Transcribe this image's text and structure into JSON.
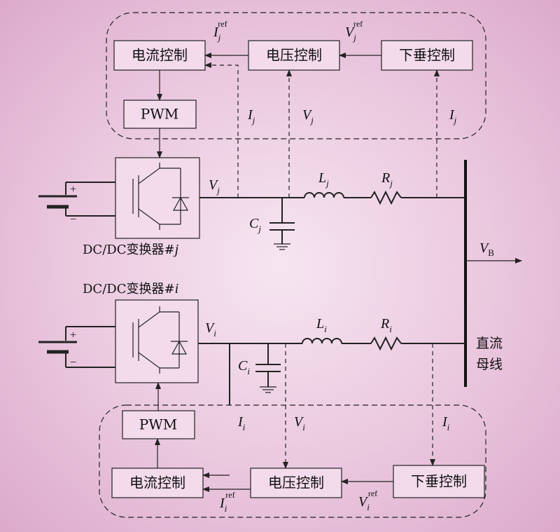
{
  "top": {
    "current_ctrl": "电流控制",
    "voltage_ctrl": "电压控制",
    "droop_ctrl": "下垂控制",
    "pwm": "PWM",
    "iref_sym": "I",
    "iref_sub": "j",
    "iref_sup": "ref",
    "vref_sym": "V",
    "vref_sub": "j",
    "vref_sup": "ref",
    "ij_sym": "I",
    "ij_sub": "j",
    "vj_sym": "V",
    "vj_sub": "j",
    "ij2_sym": "I",
    "ij2_sub": "j"
  },
  "bottom": {
    "current_ctrl": "电流控制",
    "voltage_ctrl": "电压控制",
    "droop_ctrl": "下垂控制",
    "pwm": "PWM",
    "iref_sym": "I",
    "iref_sub": "i",
    "iref_sup": "ref",
    "vref_sym": "V",
    "vref_sub": "i",
    "vref_sup": "ref",
    "ii_sym": "I",
    "ii_sub": "i",
    "vi_sym": "V",
    "vi_sub": "i",
    "ii2_sym": "I",
    "ii2_sub": "i"
  },
  "converter_j": {
    "label_prefix": "DC/DC变换器#",
    "label_var": "j",
    "out_sym": "V",
    "out_sub": "j",
    "L_sym": "L",
    "L_sub": "j",
    "R_sym": "R",
    "R_sub": "j",
    "C_sym": "C",
    "C_sub": "j"
  },
  "converter_i": {
    "label_prefix": "DC/DC变换器#",
    "label_var": "i",
    "out_sym": "V",
    "out_sub": "i",
    "L_sym": "L",
    "L_sub": "i",
    "R_sym": "R",
    "R_sub": "i",
    "C_sym": "C",
    "C_sub": "i"
  },
  "battery": {
    "plus": "+",
    "minus": "−"
  },
  "bus": {
    "vb_sym": "V",
    "vb_sub": "B",
    "label_line1": "直流",
    "label_line2": "母线"
  }
}
